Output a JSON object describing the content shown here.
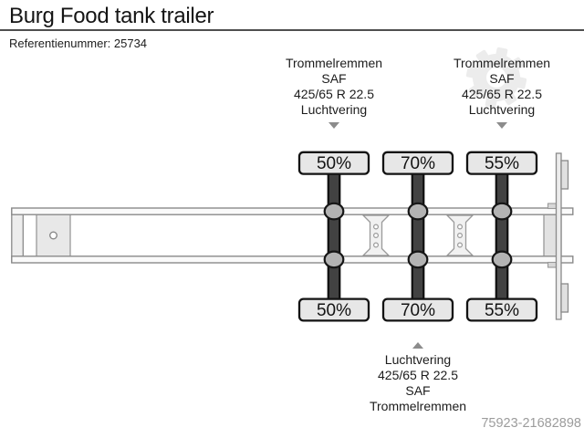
{
  "header": {
    "title": "Burg Food tank trailer",
    "reference": "Referentienummer: 25734"
  },
  "spec_blocks": {
    "top_left": {
      "axle": "front axle group",
      "lines": [
        "Trommelremmen",
        "SAF",
        "425/65 R 22.5",
        "Luchtvering"
      ]
    },
    "top_right": {
      "axle": "rear axle group",
      "lines": [
        "Trommelremmen",
        "SAF",
        "425/65 R 22.5",
        "Luchtvering"
      ]
    },
    "bottom_center": {
      "axle": "middle axle",
      "lines": [
        "Luchtvering",
        "425/65 R 22.5",
        "SAF",
        "Trommelremmen"
      ]
    }
  },
  "axles": [
    {
      "top_label": "50%",
      "bottom_label": "50%"
    },
    {
      "top_label": "70%",
      "bottom_label": "70%"
    },
    {
      "top_label": "55%",
      "bottom_label": "55%"
    }
  ],
  "footer": {
    "listing_id": "75923-21682898"
  },
  "icons": {
    "down_arrow": "down-arrow-icon",
    "up_arrow": "up-arrow-icon",
    "watermark": "gear-icon"
  },
  "colors": {
    "axle_bar": "#424242",
    "axle_outline": "#0f0f0f",
    "wheel_fill": "#b3b3b3",
    "badge_fill": "#e7e7e7",
    "badge_stroke": "#131313",
    "chassis_fill": "#fafafa",
    "chassis_stroke": "#8a8a8a",
    "arrow": "#8c8c8c",
    "divider": "#4f4f4f",
    "listing_id_text": "#9c9c9c",
    "watermark": "#ececec"
  }
}
